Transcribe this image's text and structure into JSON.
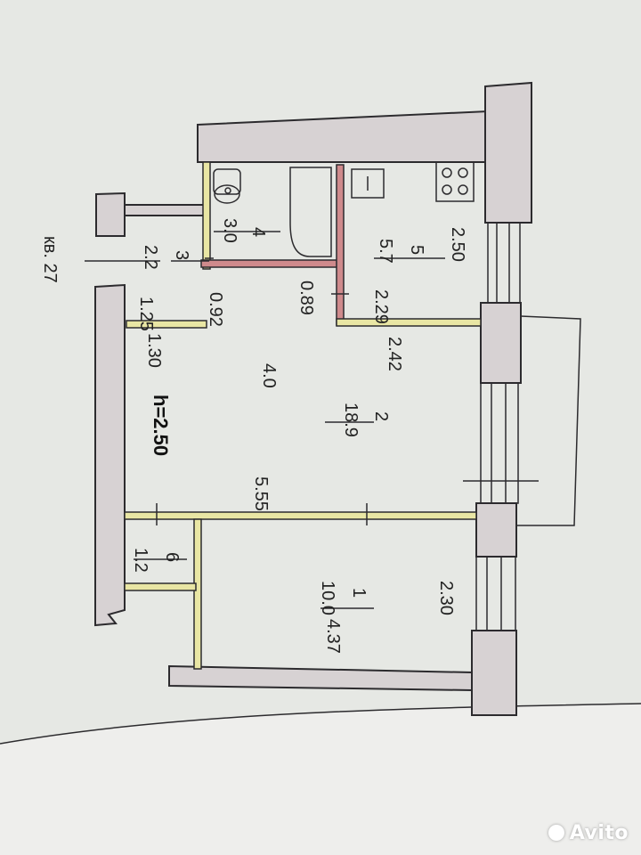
{
  "plan": {
    "apartment_label": "кв. 27",
    "ceiling_height": "h=2.50",
    "rooms": [
      {
        "number": "1",
        "area": "10.0"
      },
      {
        "number": "2",
        "area": "18.9"
      },
      {
        "number": "3",
        "area": "2.2"
      },
      {
        "number": "4",
        "area": "3.0"
      },
      {
        "number": "5",
        "area": "5.7"
      },
      {
        "number": "6",
        "area": "1.2"
      }
    ],
    "dimensions": {
      "d_2_50_top": "2.50",
      "d_2_29": "2.29",
      "d_0_89": "0.89",
      "d_0_92": "0.92",
      "d_1_25": "1.25",
      "d_1_30": "1.30",
      "d_2_42": "2.42",
      "d_4_0": "4.0",
      "d_5_55": "5.55",
      "d_2_30": "2.30",
      "d_4_37": "4.37"
    }
  },
  "watermark": {
    "text": "Avito"
  }
}
